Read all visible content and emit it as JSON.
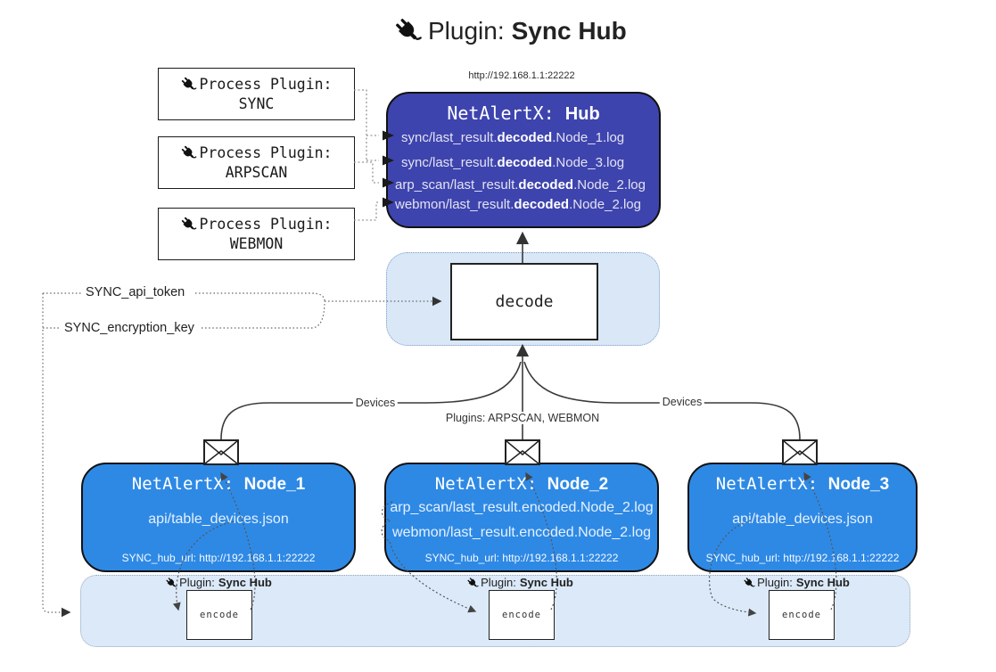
{
  "title": {
    "prefix": "Plugin:",
    "bold": "Sync Hub"
  },
  "process_plugins": [
    {
      "label": "Process Plugin:",
      "name": "SYNC"
    },
    {
      "label": "Process Plugin:",
      "name": "ARPSCAN"
    },
    {
      "label": "Process Plugin:",
      "name": "WEBMON"
    }
  ],
  "hub": {
    "url": "http://192.168.1.1:22222",
    "title_prefix": "NetAlertX:",
    "title_bold": "Hub",
    "lines": [
      {
        "pre": "sync/last_result.",
        "bold": "decoded",
        "post": ".Node_1.log"
      },
      {
        "pre": "sync/last_result.",
        "bold": "decoded",
        "post": ".Node_3.log"
      },
      {
        "pre": "arp_scan/last_result.",
        "bold": "decoded",
        "post": ".Node_2.log"
      },
      {
        "pre": "webmon/last_result.",
        "bold": "decoded",
        "post": ".Node_2.log"
      }
    ]
  },
  "decode": {
    "label": "decode"
  },
  "keys": {
    "api_token": "SYNC_api_token",
    "encryption_key": "SYNC_encryption_key"
  },
  "edges": {
    "devices_left": "Devices",
    "plugins_center": "Plugins: ARPSCAN, WEBMON",
    "devices_right": "Devices"
  },
  "nodes": [
    {
      "title_prefix": "NetAlertX:",
      "title_bold": "Node_1",
      "lines": [
        "api/table_devices.json"
      ],
      "footer": "SYNC_hub_url: http://192.168.1.1:22222"
    },
    {
      "title_prefix": "NetAlertX:",
      "title_bold": "Node_2",
      "lines": [
        "arp_scan/last_result.encoded.Node_2.log",
        "webmon/last_result.encoded.Node_2.log"
      ],
      "footer": "SYNC_hub_url: http://192.168.1.1:22222"
    },
    {
      "title_prefix": "NetAlertX:",
      "title_bold": "Node_3",
      "lines": [
        "api/table_devices.json"
      ],
      "footer": "SYNC_hub_url: http://192.168.1.1:22222"
    }
  ],
  "encoders": [
    {
      "label_prefix": "Plugin:",
      "label_bold": "Sync Hub",
      "encode_label": "encode"
    },
    {
      "label_prefix": "Plugin:",
      "label_bold": "Sync Hub",
      "encode_label": "encode"
    },
    {
      "label_prefix": "Plugin:",
      "label_bold": "Sync Hub",
      "encode_label": "encode"
    }
  ],
  "colors": {
    "hub_fill": "#3e44ad",
    "node_fill": "#2e89e5",
    "decode_panel_fill": "#d9e7f7",
    "bottom_panel_fill": "#dbe9f8",
    "outline": "#111111"
  }
}
